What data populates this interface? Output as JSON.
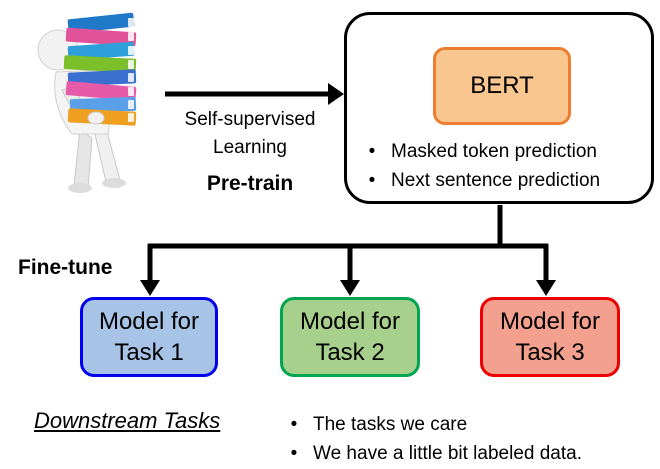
{
  "pretrain": {
    "arrow_label_line1": "Self-supervised",
    "arrow_label_line2": "Learning",
    "stage_label": "Pre-train"
  },
  "bert_box": {
    "title": "BERT",
    "bullets": [
      "Masked token prediction",
      "Next sentence prediction"
    ]
  },
  "finetune": {
    "stage_label": "Fine-tune"
  },
  "models": [
    {
      "line1": "Model for",
      "line2": "Task 1",
      "fill": "#a7c3e6",
      "border": "#0000ee"
    },
    {
      "line1": "Model for",
      "line2": "Task 2",
      "fill": "#a8d08d",
      "border": "#00a550"
    },
    {
      "line1": "Model for",
      "line2": "Task 3",
      "fill": "#f4a08f",
      "border": "#ee0000"
    }
  ],
  "downstream": {
    "heading": "Downstream Tasks",
    "bullets": [
      "The tasks we care",
      "We have a little bit labeled data."
    ]
  },
  "colors": {
    "bert_fill": "#f9c690",
    "bert_border": "#ed7d31"
  },
  "icons": {
    "bullet": "•"
  }
}
